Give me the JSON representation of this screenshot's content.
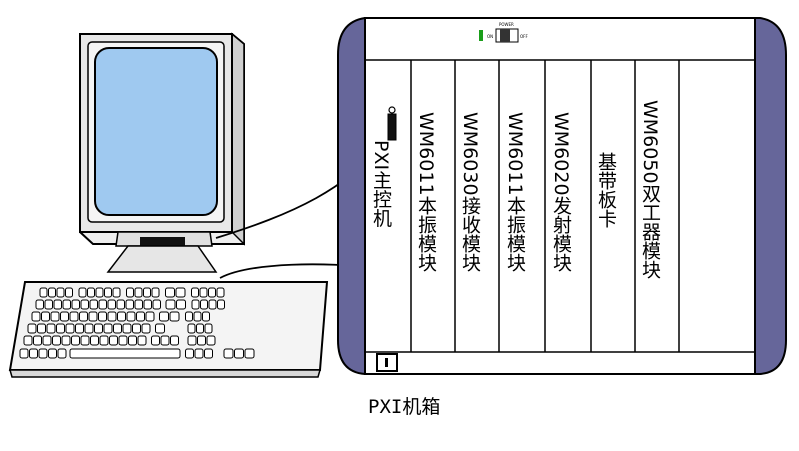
{
  "chassis": {
    "caption": "PXI机箱",
    "switch_tiny_label_top": "POWER",
    "switch_tiny_label_left": "ON",
    "switch_tiny_label_right": "OFF",
    "colors": {
      "side_panel": "#66669a",
      "outline": "#000000",
      "indicator": "#1a9e1a"
    }
  },
  "slots": [
    {
      "label": "PXI主控机"
    },
    {
      "label": "WM6011本振模块"
    },
    {
      "label": "WM6030接收模块"
    },
    {
      "label": "WM6011本振模块"
    },
    {
      "label": "WM6020发射模块"
    },
    {
      "label": "基带板卡"
    },
    {
      "label": "WM6050双工器模块"
    },
    {
      "label": ""
    }
  ],
  "computer": {
    "colors": {
      "screen": "#9fc9f0",
      "monitor_body": "#e6e6e6",
      "outline": "#000000"
    }
  }
}
